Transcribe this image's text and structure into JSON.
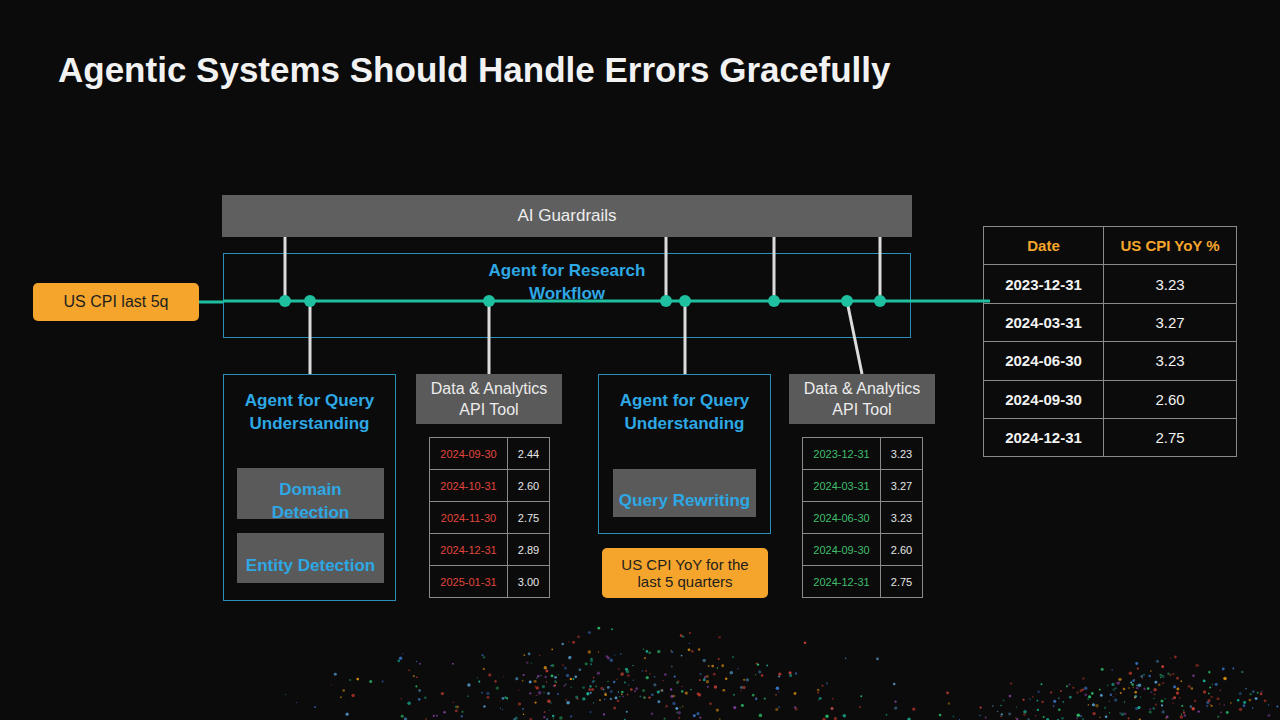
{
  "diagram": {
    "title": "Agentic Systems Should Handle Errors Gracefully",
    "nodes": [
      {
        "text": [
          "AI Guardrails"
        ]
      },
      {
        "text": [
          "Agent for Research Workflow"
        ]
      },
      {
        "text": [
          "US CPI last 5q"
        ]
      },
      {
        "text": [
          "Agent for Query Understanding"
        ]
      },
      {
        "text": [
          "Domain Detection"
        ],
        "in": 3
      },
      {
        "text": [
          "Entity Detection"
        ],
        "in": 3
      },
      {
        "text": [
          "Data & Analytics API Tool"
        ]
      },
      {
        "text": [
          "Agent for Query Understanding"
        ]
      },
      {
        "text": [
          "Query Rewriting"
        ],
        "in": 7
      },
      {
        "text": [
          "US CPI YoY for the last 5 quarters"
        ]
      },
      {
        "text": [
          "Data & Analytics API Tool"
        ]
      }
    ],
    "edges": [
      {
        "from": 2,
        "to": 1,
        "arrow": "none"
      },
      {
        "from": 0,
        "to": 1,
        "arrow": "none"
      },
      {
        "from": 0,
        "to": 1,
        "arrow": "none"
      },
      {
        "from": 0,
        "to": 1,
        "arrow": "none"
      },
      {
        "from": 0,
        "to": 1,
        "arrow": "none"
      },
      {
        "from": 1,
        "to": 3,
        "arrow": "none"
      },
      {
        "from": 1,
        "to": 6,
        "arrow": "none"
      },
      {
        "from": 1,
        "to": 7,
        "arrow": "none"
      },
      {
        "from": 1,
        "to": 10,
        "arrow": "none"
      }
    ],
    "labels": [
      "2024-09-30",
      "2.44",
      "2024-10-31",
      "2.60",
      "2024-11-30",
      "2.75",
      "2024-12-31",
      "2.89",
      "2025-01-31",
      "3.00",
      "2023-12-31",
      "3.23",
      "2024-03-31",
      "3.27",
      "2024-06-30",
      "3.23",
      "2024-09-30",
      "2.60",
      "2024-12-31",
      "2.75",
      "Date",
      "US CPI YoY %",
      "2023-12-31",
      "3.23",
      "2024-03-31",
      "3.27",
      "2024-06-30",
      "3.23",
      "2024-09-30",
      "2.60",
      "2024-12-31",
      "2.75"
    ]
  }
}
